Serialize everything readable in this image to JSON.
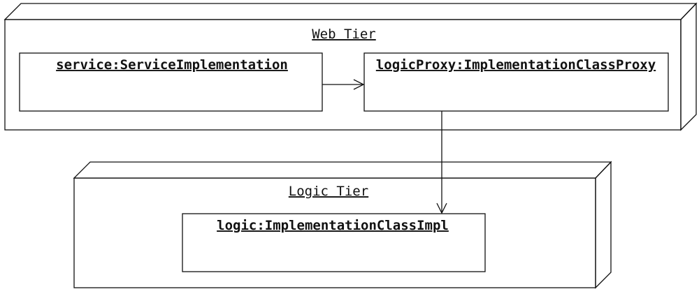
{
  "nodes": {
    "web_tier": {
      "label": "Web Tier"
    },
    "logic_tier": {
      "label": "Logic Tier"
    }
  },
  "objects": {
    "service": {
      "label": "service:ServiceImplementation"
    },
    "logic_proxy": {
      "label": "logicProxy:ImplementationClassProxy"
    },
    "logic_impl": {
      "label": "logic:ImplementationClassImpl"
    }
  }
}
